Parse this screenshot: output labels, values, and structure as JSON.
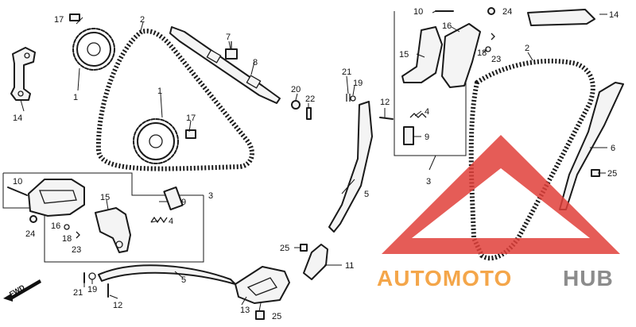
{
  "diagram": {
    "callouts": {
      "c1a": "1",
      "c1b": "1",
      "c2a": "2",
      "c2b": "2",
      "c3a": "3",
      "c3b": "3",
      "c4a": "4",
      "c4b": "4",
      "c5a": "5",
      "c5b": "5",
      "c6": "6",
      "c7": "7",
      "c8": "8",
      "c9a": "9",
      "c9b": "9",
      "c10a": "10",
      "c10b": "10",
      "c11": "11",
      "c12a": "12",
      "c12b": "12",
      "c13": "13",
      "c14a": "14",
      "c14b": "14",
      "c15a": "15",
      "c15b": "15",
      "c16a": "16",
      "c16b": "16",
      "c17a": "17",
      "c17b": "17",
      "c18a": "18",
      "c18b": "18",
      "c19a": "19",
      "c19b": "19",
      "c20": "20",
      "c21a": "21",
      "c21b": "21",
      "c22": "22",
      "c23a": "23",
      "c23b": "23",
      "c24a": "24",
      "c24b": "24",
      "c25a": "25",
      "c25b": "25",
      "c25c": "25"
    },
    "direction_label": "FWD",
    "watermark": {
      "text_left": "AUTOMOTO",
      "text_right": "HUB",
      "color_orange": "#f4a64a",
      "color_gray": "#8c8c8c",
      "color_red": "#e0403a"
    }
  }
}
